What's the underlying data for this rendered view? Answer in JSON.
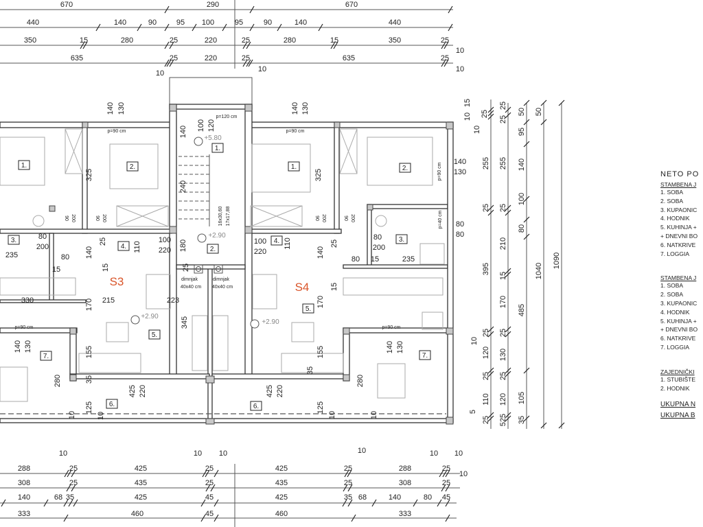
{
  "dims": {
    "top": [
      [
        "670",
        "290",
        "670"
      ],
      [
        "440",
        "140",
        "90",
        "95",
        "100",
        "95",
        "90",
        "140",
        "440"
      ],
      [
        "350",
        "15",
        "280",
        "25",
        "220",
        "25",
        "280",
        "15",
        "350",
        "25",
        "10"
      ],
      [
        "635",
        "25",
        "220",
        "25",
        "635",
        "25",
        "10",
        "10",
        "10"
      ]
    ],
    "bottom": [
      [
        "288",
        "10",
        "25",
        "425",
        "10",
        "25",
        "10",
        "425",
        "25",
        "10",
        "288",
        "10",
        "25",
        "10"
      ],
      [
        "308",
        "25",
        "435",
        "25",
        "435",
        "25",
        "308",
        "25",
        "10"
      ],
      [
        "140",
        "68",
        "35",
        "425",
        "45",
        "425",
        "35",
        "68",
        "140",
        "80",
        "45"
      ],
      [
        "333",
        "460",
        "45",
        "460",
        "333"
      ]
    ],
    "right": [
      [
        "10",
        "15",
        "25",
        "10",
        "255",
        "25",
        "395",
        "25",
        "120",
        "10",
        "25",
        "110",
        "5",
        "25"
      ],
      [
        "25",
        "25",
        "255",
        "25",
        "210",
        "15",
        "170",
        "25",
        "130",
        "25",
        "120",
        "525"
      ],
      [
        "50",
        "95",
        "140",
        "100",
        "80",
        "485",
        "105",
        "35"
      ],
      [
        "50",
        "1040"
      ],
      [
        "1090"
      ]
    ]
  },
  "plan": {
    "units": [
      "S3",
      "S4"
    ],
    "rooms_left": [
      "1.",
      "2.",
      "3.",
      "4.",
      "5.",
      "6.",
      "7."
    ],
    "rooms_stair": [
      "1.",
      "2."
    ],
    "rooms_right": [
      "1.",
      "2.",
      "3.",
      "4.",
      "5.",
      "6.",
      "7."
    ],
    "elevations": [
      "+5.80",
      "+2.90",
      "+2.90",
      "+2.90"
    ],
    "annotations_left": [
      "140",
      "130",
      "p=90 cm",
      "325",
      "90",
      "200",
      "90",
      "200",
      "80",
      "200",
      "235",
      "80",
      "15",
      "140",
      "25",
      "15",
      "110",
      "100",
      "220",
      "180",
      "25",
      "dimnjak",
      "40x40 cm",
      "330",
      "215",
      "223",
      "170",
      "345",
      "p=90 cm",
      "140",
      "130",
      "155",
      "280",
      "35",
      "425",
      "220",
      "125",
      "10",
      "10"
    ],
    "annotations_stair": [
      "100",
      "120",
      "p=120 cm",
      "140",
      "240",
      "16x30,60",
      "17x17,88",
      "dimnjak",
      "40x40 cm"
    ],
    "annotations_right": [
      "140",
      "130",
      "p=90 cm",
      "325",
      "90",
      "200",
      "90",
      "200",
      "p=90 cm",
      "140",
      "130",
      "p=40 cm",
      "80",
      "80",
      "80",
      "200",
      "100",
      "220",
      "110",
      "140",
      "25",
      "80",
      "15",
      "235",
      "15",
      "170",
      "p=90 cm",
      "140",
      "130",
      "155",
      "35",
      "280",
      "425",
      "220",
      "125",
      "10",
      "10"
    ]
  },
  "legend": {
    "title": "NETO PO",
    "section1": "STAMBENA J",
    "items1": [
      "1. SOBA",
      "2. SOBA",
      "3. KUPAONIC",
      "4. HODNIK",
      "5. KUHINJA +",
      "+ DNEVNI BO",
      "6. NATKRIVE",
      "7. LOGGIA"
    ],
    "section2": "STAMBENA J",
    "items2": [
      "1. SOBA",
      "2. SOBA",
      "3. KUPAONIC",
      "4. HODNIK",
      "5. KUHINJA +",
      "+ DNEVNI BO",
      "6. NATKRIVE",
      "7. LOGGIA"
    ],
    "section3": "ZAJEDNIČKI",
    "items3": [
      "1. STUBIŠTE",
      "2. HODNIK"
    ],
    "total_net": "UKUPNA N",
    "total_gross": "UKUPNA B"
  }
}
